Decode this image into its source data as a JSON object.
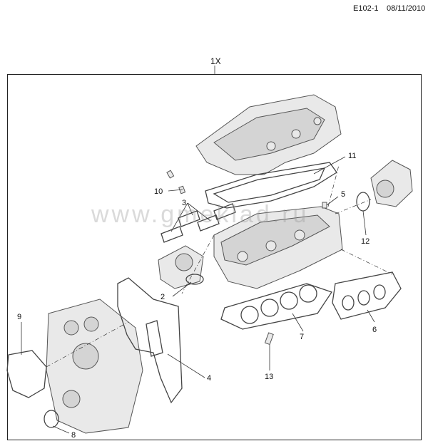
{
  "header": {
    "code": "E102-1",
    "date": "08/11/2010"
  },
  "kit_label": "1X",
  "watermark": "www.gmeklad.ru",
  "callouts": {
    "c2": "2",
    "c3": "3",
    "c4": "4",
    "c5": "5",
    "c6": "6",
    "c7": "7",
    "c8": "8",
    "c9": "9",
    "c10": "10",
    "c11": "11",
    "c12": "12",
    "c13": "13"
  }
}
